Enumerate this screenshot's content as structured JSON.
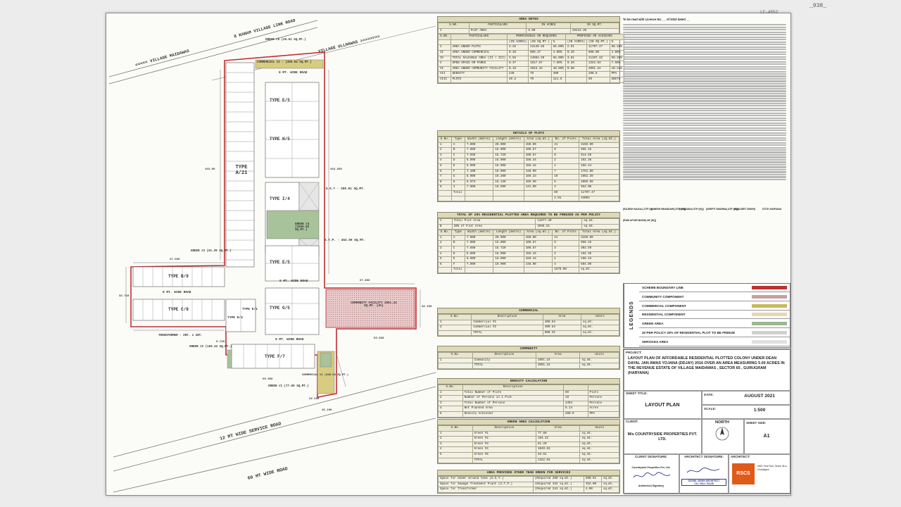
{
  "top_right_mark": "_938_",
  "sheet_no_mark": "LC-4552",
  "plan": {
    "roads": {
      "karam_link": "8 KARAM VILLAGE LINK ROAD",
      "maidawas": "<<<<< VILLAGE MAIDAWAS",
      "ullhawas": "VILLAGE ULLHAWAS >>>>>>>>",
      "service": "12 MT WIDE SERVICE ROAD",
      "sixty": "60 MT WIDE ROAD",
      "nine_mt": "9 MT. WIDE ROAD"
    },
    "labels": {
      "green5": "GREEN #5 (26.61 SQ.MT.)",
      "comm2": "COMMERCIAL #2 - (409.64 SQ.MT.)",
      "type_a": "TYPE A/21",
      "type_e5_top": "TYPE E/5",
      "type_h5": "TYPE H/5",
      "type_i4": "TYPE I/4",
      "ugt": "U.G.T - 200.61 SQ.MT.",
      "green4": "GREEN #4 (1049.53 SQ.MT.)",
      "stp": "S.T.P. - 452.00 SQ.MT.",
      "green3": "GREEN #3 (61.29 SQ.MT.)",
      "type_e5_mid": "TYPE E/5",
      "type_b9": "TYPE B/9",
      "type_c9": "TYPE C/9",
      "type_d2": "TYPE D/2",
      "type_e1": "TYPE E/1",
      "type_g5": "TYPE G/5",
      "community": "COMMUNITY FACILITY 2091.24 SQ.MT. (3%)",
      "transformer": "TRANSFORMER - 2NT. x 2NT.",
      "green2": "GREEN #2 (104.42 SQ.MT.)",
      "type_f7": "TYPE F/7",
      "green1": "GREEN #1 (77.60 SQ.MT.)",
      "comm1": "COMMERCIAL #1 (408.54 SQ.MT.)"
    },
    "dims": [
      "67.650",
      "67.850",
      "32.710",
      "32.150",
      "53.030",
      "69.350",
      "15.190",
      "22.190",
      "163.00",
      "163.250",
      "9.720"
    ]
  },
  "tables": {
    "area_notes": {
      "title": "AREA NOTES",
      "header": [
        "S.NO.",
        "PARTICULARS",
        "IN ACRES",
        "IN SQ.MT."
      ],
      "row1": [
        "I",
        "PLOT AREA",
        "5.00",
        "20234.30"
      ],
      "sub_header": [
        "S.NO.",
        "PARTICULARS",
        "PERMISSIBLE OR REQUIRED",
        "PROPOSED OR ACHIEVED"
      ],
      "units": [
        "(IN ACRES)",
        "(IN SQ.MT.)",
        "%",
        "(IN ACRES)",
        "(IN SQ.MT.)",
        "%"
      ],
      "rows": [
        [
          "I",
          "AREA UNDER PLOTS",
          "3.25",
          "13149.35",
          "65.00%",
          "2.91",
          "11707.47",
          "58.39%"
        ],
        [
          "II",
          "AREA UNDER COMMERCIAL",
          "0.20",
          "809.37",
          "4.00%",
          "0.20",
          "808.00",
          "4.00%"
        ],
        [
          "IV",
          "TOTAL SALEABLE AREA (II + III)",
          "3.55",
          "14963.39",
          "65.00%",
          "3.61",
          "11107.32",
          "59.39%"
        ],
        [
          "V",
          "OPEN SPACE OR PARKS",
          "0.37",
          "1517.57",
          "7.50%",
          "0.36",
          "1322.53",
          "7.50%"
        ],
        [
          "VI",
          "AREA UNDER COMMUNITY FACILITY",
          "0.10",
          "2023.43",
          "10.00%",
          "0.60",
          "2091.24",
          "10.34%"
        ],
        [
          "VII",
          "DENSITY",
          "240",
          "TO",
          "400",
          "",
          "290.8",
          "PPA"
        ],
        [
          "VIII",
          "PLOTS",
          "40.2",
          "TO",
          "111.6",
          "",
          "69",
          "UNITS"
        ]
      ]
    },
    "details_plots": {
      "title": "DETAILS OF PLOTS",
      "header": [
        "S.No.",
        "Type",
        "Width (metre)",
        "Length (metre)",
        "Area (sq.mt.)",
        "No. of Plots",
        "Total Area (sq.mt.)"
      ],
      "rows": [
        [
          "1",
          "A",
          "7.000",
          "20.000",
          "150.00",
          "21",
          "3150.00"
        ],
        [
          "2",
          "B",
          "7.000",
          "15.000",
          "108.57",
          "9",
          "966.16"
        ],
        [
          "3",
          "C",
          "7.650",
          "15.720",
          "108.57",
          "8",
          "914.55"
        ],
        [
          "4",
          "D",
          "6.000",
          "16.000",
          "156.44",
          "2",
          "192.36"
        ],
        [
          "5",
          "E",
          "6.000",
          "16.000",
          "156.44",
          "1",
          "156.44"
        ],
        [
          "6",
          "F",
          "7.100",
          "19.000",
          "148.00",
          "7",
          "1761.80"
        ],
        [
          "7",
          "G",
          "6.000",
          "19.200",
          "169.23",
          "10",
          "1962.39"
        ],
        [
          "8",
          "H",
          "6.973",
          "16.130",
          "168.90",
          "5",
          "2869.99"
        ],
        [
          "9",
          "I",
          "7.000",
          "19.500",
          "141.00",
          "4",
          "564.00"
        ]
      ],
      "total": [
        "Total",
        "69",
        "11707.47",
        "2.91",
        "ACRES"
      ]
    },
    "ews": {
      "title": "TOTAL OF 20% RESIDENTIAL PLOTTED AREA REQUIRED TO BE FREEZED AS PER POLICY",
      "rows": [
        [
          "A",
          "Total Plot Area",
          "11577.40",
          "sq.mt."
        ],
        [
          "B",
          "20% of Plot Area",
          "2595.51",
          "sq.mt."
        ]
      ],
      "header": [
        "S.No.",
        "Type",
        "Width (metre)",
        "Length (metre)",
        "Area (sq.mt.)",
        "No. of Plots",
        "Total Area (sq.mt.)"
      ],
      "plots": [
        [
          "1",
          "A",
          "7.000",
          "20.000",
          "150.00",
          "21",
          "3150.00"
        ],
        [
          "2",
          "B",
          "7.000",
          "15.000",
          "108.57",
          "9",
          "966.16"
        ],
        [
          "3",
          "C",
          "7.650",
          "15.720",
          "108.57",
          "3",
          "303.59"
        ],
        [
          "4",
          "D",
          "6.000",
          "16.000",
          "156.44",
          "2",
          "192.36"
        ],
        [
          "5",
          "E",
          "6.000",
          "16.000",
          "156.44",
          "1",
          "156.44"
        ],
        [
          "6",
          "F",
          "7.000",
          "19.000",
          "148.00",
          "4",
          "504.00"
        ]
      ],
      "total": [
        "Total",
        "1578.08",
        "sq.mt."
      ]
    },
    "commercial": {
      "title": "COMMERCIAL",
      "header": [
        "S.No.",
        "Description",
        "Area",
        "Units"
      ],
      "rows": [
        [
          "1",
          "Commercial #1",
          "408.54",
          "sq.mt."
        ],
        [
          "2",
          "Commercial #2",
          "409.64",
          "sq.mt."
        ]
      ],
      "total": [
        "TOTAL",
        "808.32",
        "sq.mt."
      ]
    },
    "community": {
      "title": "COMMUNITY",
      "header": [
        "S.No.",
        "Description",
        "Area",
        "Units"
      ],
      "rows": [
        [
          "1",
          "Community",
          "2091.24",
          "sq.mt."
        ]
      ],
      "total": [
        "TOTAL",
        "2091.24",
        "sq.mt."
      ]
    },
    "density": {
      "title": "DENSITY CALCULATION",
      "header": [
        "S.No.",
        "Description",
        "",
        ""
      ],
      "rows": [
        [
          "1",
          "Total Number of Plots",
          "69",
          "Plots"
        ],
        [
          "2",
          "Number of Persons in 1 Plot",
          "18",
          "Persons"
        ],
        [
          "3",
          "Total Number of Persons",
          "1494",
          "Persons"
        ],
        [
          "4",
          "Net Planned Area",
          "5.14",
          "Acres"
        ],
        [
          "5",
          "Density Achieved",
          "290.8",
          "PPA"
        ]
      ]
    },
    "green": {
      "title": "GREEN AREA CALCULATION",
      "header": [
        "S.No.",
        "Description",
        "Area",
        "Units"
      ],
      "rows": [
        [
          "1",
          "Green #1",
          "77.60",
          "sq.mt."
        ],
        [
          "2",
          "Green #2",
          "104.42",
          "sq.mt."
        ],
        [
          "3",
          "Green #3",
          "61.29",
          "sq.mt."
        ],
        [
          "4",
          "Green #4",
          "1049.53",
          "sq.mt."
        ],
        [
          "5",
          "Green #5",
          "26.61",
          "sq.mt."
        ]
      ],
      "total": [
        "TOTAL",
        "1322.53",
        "sq.mt."
      ]
    },
    "services": {
      "title": "AREA PROVIDED OTHER THAN GREEN FOR SERVICES",
      "rows": [
        [
          "Space for Under Ground Tank (U.G.T.)",
          "(Required 200 sq.mt.)",
          "200.61",
          "sq.mt."
        ],
        [
          "Space for Sewage Treatment Plant (S.T.P.)",
          "(Required 452 sq.mt.)",
          "452.00",
          "sq.mt."
        ],
        [
          "Space for Transformer",
          "(Required 2x2 sq.mt.)",
          "4.00",
          "sq.mt."
        ]
      ]
    }
  },
  "notes": {
    "head": "To be read with Licence No. __ of 2023 dated __",
    "signatories": [
      "(RAJESH NAGAL) STP (M)",
      "(UMESH BHANDARI) DTP (HQ)",
      "(VANDANA) STP (HQ)",
      "(DEEPTI SHARMA) ATP (HQ)",
      "(MANJEET SINGH)",
      "DTCP, HARYANA"
    ],
    "signatory2": "(RAM AVTAR BASSI) AE (HQ)"
  },
  "legend": {
    "side": "LEGENDS",
    "rows": [
      {
        "label": "SCHEME BOUNDARY LINE",
        "color": "#c03030"
      },
      {
        "label": "COMMUNITY COMPONENT",
        "color": "#c8a0a0"
      },
      {
        "label": "COMMERCIAL COMPONENT",
        "color": "#c8b860"
      },
      {
        "label": "RESIDENTIAL COMPONENT",
        "color": "#e8d8b0"
      },
      {
        "label": "GREEN AREA",
        "color": "#9cb88c"
      },
      {
        "label": "20 PER POLICY 20% OF RESIDENTIAL PLOT TO BE FREEZE",
        "color": "#d0d0d0"
      },
      {
        "label": "SERVICES AREA",
        "color": "#e0e0e0"
      }
    ]
  },
  "titleblock": {
    "project_caption": "PROJECT:",
    "project": "LAYOUT PLAN OF AFFORDABLE RESIDENTIAL PLOTTED COLONY UNDER DEAN DAYAL JAN AWAS YOJANA (DDJAY) 2016 OVER AN AREA MEASURING 5.00 ACRES IN THE REVENUE ESTATE OF VILLAGE MAIDAWAS , SECTOR 65 , GURUGRAM (HARYANA)",
    "sheet_title_caption": "SHEET TITLE:",
    "sheet_title": "LAYOUT PLAN",
    "date_caption": "DATE:",
    "date": "AUGUST 2021",
    "scale_caption": "SCALE:",
    "scale": "1:500",
    "client_caption": "CLIENT:",
    "client": "M/s COUNTRYSIDE PROPERTIES PVT. LTD.",
    "north": "NORTH",
    "sheet_size_caption": "SHEET SIZE:",
    "sheet_size": "A1",
    "client_sig_caption": "CLIENT SIGNATURE:",
    "architect_sig_caption": "ARCHITECT SIGNATURE:",
    "architect_caption": "ARCHITECT:",
    "client_name": "Countryside Properties Pvt. Ltd.",
    "auth": "Authorised Signatory",
    "architect_name": "SUSHIL SINGH ARCHITECT",
    "architect_reg": "CA / 2011 / 53128",
    "firm": "RSCS",
    "firm_addr": "#363, First Floor, Sector 46-A, Chandigarh"
  }
}
